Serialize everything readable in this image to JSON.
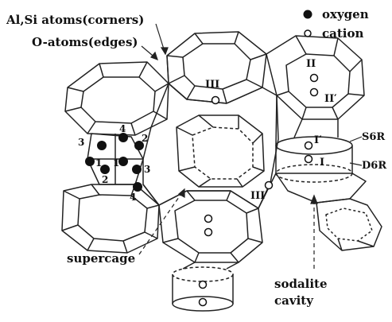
{
  "header": {
    "atoms_label": "Al,Si atoms(corners)",
    "edges_label": "O-atoms(edges)"
  },
  "legend": {
    "oxygen_label": "oxygen",
    "cation_label": "cation"
  },
  "sites": {
    "II": "II",
    "II_prime": "II′",
    "III": "III",
    "III_prime": "III′",
    "I": "I",
    "I_prime": "I′"
  },
  "rings": {
    "S6R": "S6R",
    "D6R": "D6R"
  },
  "oxygen_positions": [
    "1",
    "1",
    "2",
    "2",
    "3",
    "3",
    "4",
    "4"
  ],
  "cavities": {
    "supercage": "supercage",
    "sodalite_line1": "sodalite",
    "sodalite_line2": "cavity"
  },
  "colors": {
    "line": "#222222",
    "oxygen_fill": "#111111",
    "cation_fill": "#ffffff",
    "background": "#ffffff"
  }
}
